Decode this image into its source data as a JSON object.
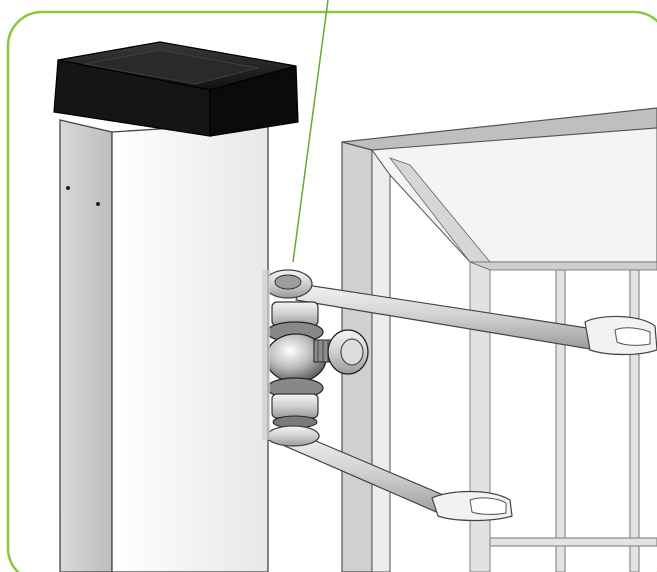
{
  "figure": {
    "frame_color": "#8cc63f",
    "leader_color": "#6aa82e",
    "cap_color": "#111111",
    "post_color": "#f2f2f2",
    "frame_metal_color": "#e6e6e6",
    "mesh_color": "#cfcfcf",
    "hardware_color": "#b8b8b8",
    "parts": [
      "post-cap",
      "fence-post",
      "upper-wrench",
      "lower-wrench",
      "hinge-bolt",
      "gate-frame",
      "gate-mesh",
      "leader-line"
    ]
  }
}
